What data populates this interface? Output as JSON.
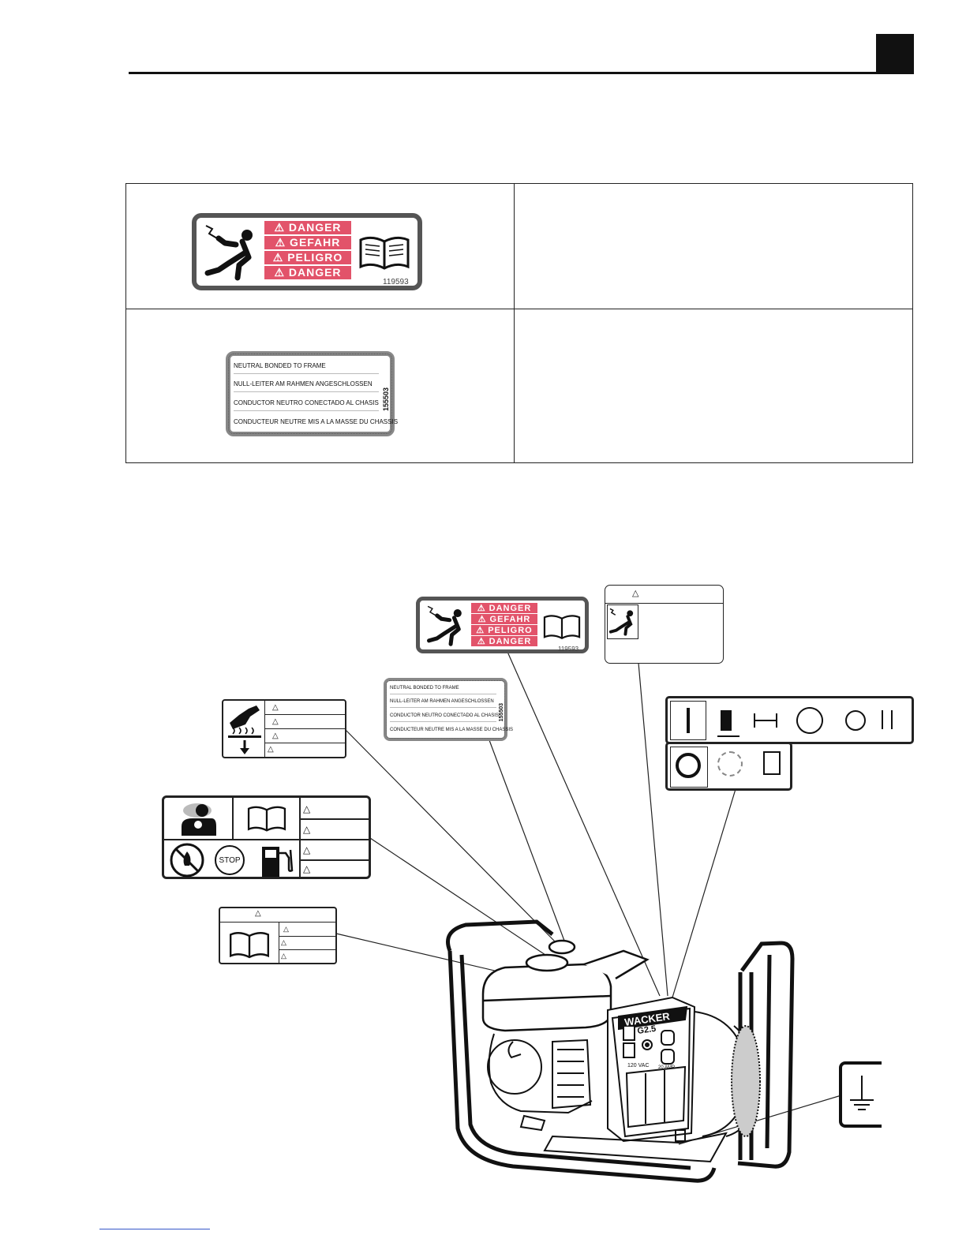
{
  "decals": {
    "danger": {
      "words": [
        "DANGER",
        "GEFAHR",
        "PELIGRO",
        "DANGER"
      ],
      "number": "119593",
      "icons": [
        "electric-shock-icon",
        "manual-book-icon",
        "warning-triangle-icon"
      ]
    },
    "neutral": {
      "lines": [
        "NEUTRAL BONDED TO FRAME",
        "NULL-LEITER AM RAHMEN ANGESCHLOSSEN",
        "CONDUCTOR NEUTRO CONECTADO AL CHASIS",
        "CONDUCTEUR NEUTRE MIS A LA MASSE DU CHASSIS"
      ],
      "number": "155503"
    },
    "pictogram_panel": {
      "icons": [
        "on-bar-icon",
        "fuel-pump-icon",
        "choke-icon",
        "fuel-valve-icon",
        "starter-icon",
        "run-icon",
        "off-circle-icon",
        "choke-lever-icon",
        "engine-switch-icon"
      ]
    },
    "engine": {
      "stop_label": "STOP"
    },
    "generator": {
      "brand": "WACKER",
      "model": "G2.5",
      "voltage": "120 VAC",
      "amps": "20 AMP"
    }
  },
  "colors": {
    "danger_red": "#e2536a",
    "line": "#222222"
  }
}
